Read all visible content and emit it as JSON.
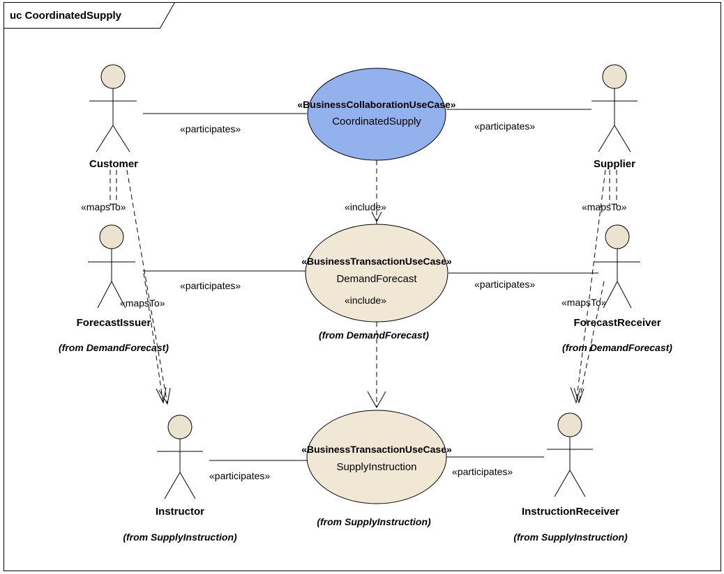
{
  "frame": {
    "title": "uc CoordinatedSupply"
  },
  "use_cases": [
    {
      "id": "coordinated-supply",
      "stereotype": "«BusinessCollaborationUseCase»",
      "name": "CoordinatedSupply",
      "from": "",
      "fill": "#93b1ec"
    },
    {
      "id": "demand-forecast",
      "stereotype": "«BusinessTransactionUseCase»",
      "name": "DemandForecast",
      "from": "(from DemandForecast)",
      "fill": "#f1e7d5"
    },
    {
      "id": "supply-instruction",
      "stereotype": "«BusinessTransactionUseCase»",
      "name": "SupplyInstruction",
      "from": "(from SupplyInstruction)",
      "fill": "#f1e7d5"
    }
  ],
  "actors": [
    {
      "id": "customer",
      "name": "Customer",
      "from": ""
    },
    {
      "id": "supplier",
      "name": "Supplier",
      "from": ""
    },
    {
      "id": "forecast-issuer",
      "name": "ForecastIssuer",
      "from": "(from DemandForecast)"
    },
    {
      "id": "forecast-receiver",
      "name": "ForecastReceiver",
      "from": "(from DemandForecast)"
    },
    {
      "id": "instructor",
      "name": "Instructor",
      "from": "(from SupplyInstruction)"
    },
    {
      "id": "instruction-receiver",
      "name": "InstructionReceiver",
      "from": "(from SupplyInstruction)"
    }
  ],
  "relationships": [
    {
      "id": "customer-participates",
      "type": "participates",
      "label": "«participates»"
    },
    {
      "id": "supplier-participates",
      "type": "participates",
      "label": "«participates»"
    },
    {
      "id": "issuer-participates",
      "type": "participates",
      "label": "«participates»"
    },
    {
      "id": "receiver-participates",
      "type": "participates",
      "label": "«participates»"
    },
    {
      "id": "instructor-participates",
      "type": "participates",
      "label": "«participates»"
    },
    {
      "id": "instruction-receiver-participates",
      "type": "participates",
      "label": "«participates»"
    },
    {
      "id": "include-demand-forecast",
      "type": "include",
      "label": "«include»"
    },
    {
      "id": "include-supply-instruction",
      "type": "include",
      "label": "«include»"
    },
    {
      "id": "customer-maps-to",
      "type": "mapsTo",
      "label": "«mapsTo»"
    },
    {
      "id": "issuer-maps-to",
      "type": "mapsTo",
      "label": "«mapsTo»"
    },
    {
      "id": "supplier-maps-to",
      "type": "mapsTo",
      "label": "«mapsTo»"
    },
    {
      "id": "receiver-maps-to",
      "type": "mapsTo",
      "label": "«mapsTo»"
    }
  ]
}
